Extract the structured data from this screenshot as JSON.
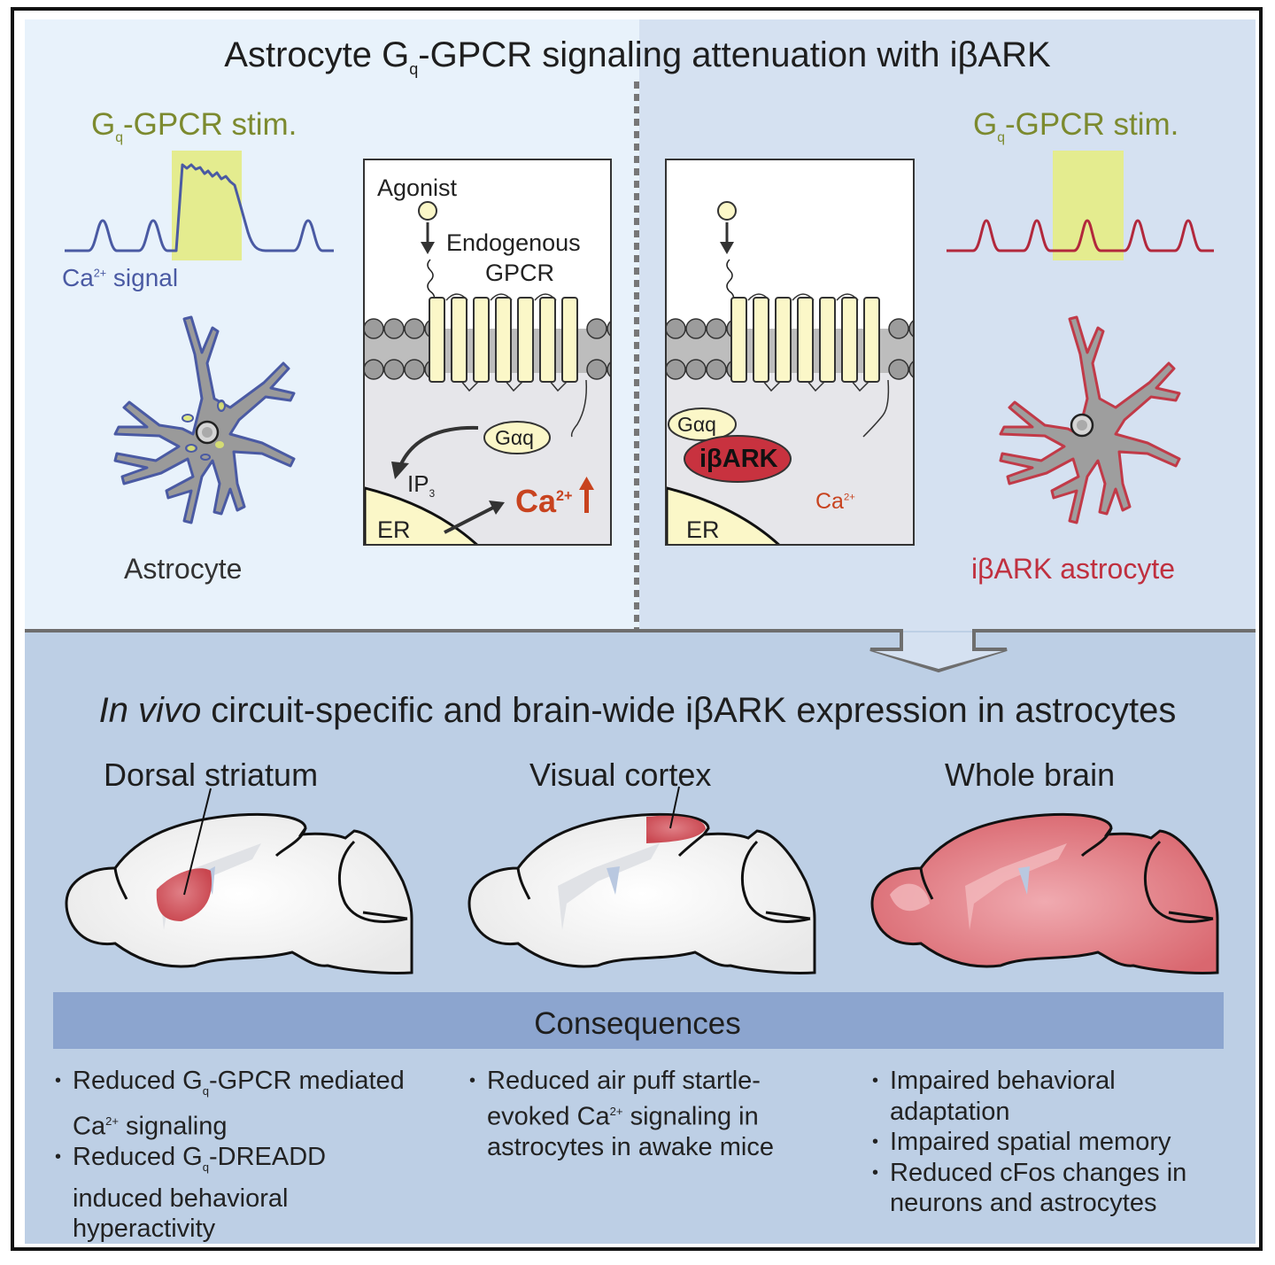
{
  "title": {
    "pre": "Astrocyte G",
    "sub": "q",
    "post": "-GPCR signaling attenuation with iβARK"
  },
  "left_panel": {
    "stim_label": {
      "pre": "G",
      "sub": "q",
      "post": "-GPCR stim."
    },
    "ca_label": {
      "pre": "Ca",
      "sup": "2+",
      "post": " signal"
    },
    "cell_label": "Astrocyte",
    "trace_color": "#4a5aa3",
    "box": {
      "agonist": "Agonist",
      "receptor_line1": "Endogenous",
      "receptor_line2": "GPCR",
      "g_protein": "Gαq",
      "messenger": {
        "pre": "IP",
        "sub": "3"
      },
      "organelle": "ER",
      "calcium": {
        "pre": "Ca",
        "sup": "2+"
      },
      "calcium_change": "increase"
    }
  },
  "right_panel": {
    "stim_label": {
      "pre": "G",
      "sub": "q",
      "post": "-GPCR stim."
    },
    "cell_label": "iβARK astrocyte",
    "trace_color": "#b2283c",
    "box": {
      "g_protein": "Gαq",
      "inhibitor": "iβARK",
      "organelle": "ER",
      "calcium": {
        "pre": "Ca",
        "sup": "2+"
      }
    }
  },
  "bottom": {
    "title_italic": "In vivo",
    "title_rest": " circuit-specific and brain-wide iβARK expression in astrocytes",
    "regions": [
      {
        "label": "Dorsal striatum",
        "expression": "dorsal-striatum"
      },
      {
        "label": "Visual cortex",
        "expression": "visual-cortex"
      },
      {
        "label": "Whole brain",
        "expression": "whole-brain"
      }
    ],
    "consequences_title": "Consequences",
    "consequences": [
      [
        {
          "parts": [
            [
              "Reduced G",
              ""
            ],
            [
              "q",
              "sub"
            ],
            [
              "-GPCR mediated",
              ""
            ],
            [
              "\n",
              ""
            ],
            [
              "Ca",
              ""
            ],
            [
              "2+",
              "sup"
            ],
            [
              " signaling",
              ""
            ]
          ]
        },
        {
          "parts": [
            [
              "Reduced G",
              ""
            ],
            [
              "q",
              "sub"
            ],
            [
              "-DREADD",
              ""
            ],
            [
              "\n",
              ""
            ],
            [
              "induced behavioral",
              ""
            ],
            [
              "\n",
              ""
            ],
            [
              "hyperactivity",
              ""
            ]
          ]
        }
      ],
      [
        {
          "parts": [
            [
              "Reduced air puff startle-",
              ""
            ],
            [
              "\n",
              ""
            ],
            [
              "evoked Ca",
              ""
            ],
            [
              "2+",
              "sup"
            ],
            [
              " signaling in",
              ""
            ],
            [
              "\n",
              ""
            ],
            [
              "astrocytes in awake mice",
              ""
            ]
          ]
        }
      ],
      [
        {
          "parts": [
            [
              "Impaired behavioral",
              ""
            ],
            [
              "\n",
              ""
            ],
            [
              "adaptation",
              ""
            ]
          ]
        },
        {
          "parts": [
            [
              "Impaired spatial memory",
              ""
            ]
          ]
        },
        {
          "parts": [
            [
              "Reduced cFos changes in",
              ""
            ],
            [
              "\n",
              ""
            ],
            [
              "neurons and astrocytes",
              ""
            ]
          ]
        }
      ]
    ]
  },
  "colors": {
    "stim_highlight": "#e2ea8e",
    "ibark_red": "#c8323f",
    "calcium_orange": "#c8431f",
    "receptor_fill": "#fbf7c8",
    "brain_red": "#d9676f"
  }
}
